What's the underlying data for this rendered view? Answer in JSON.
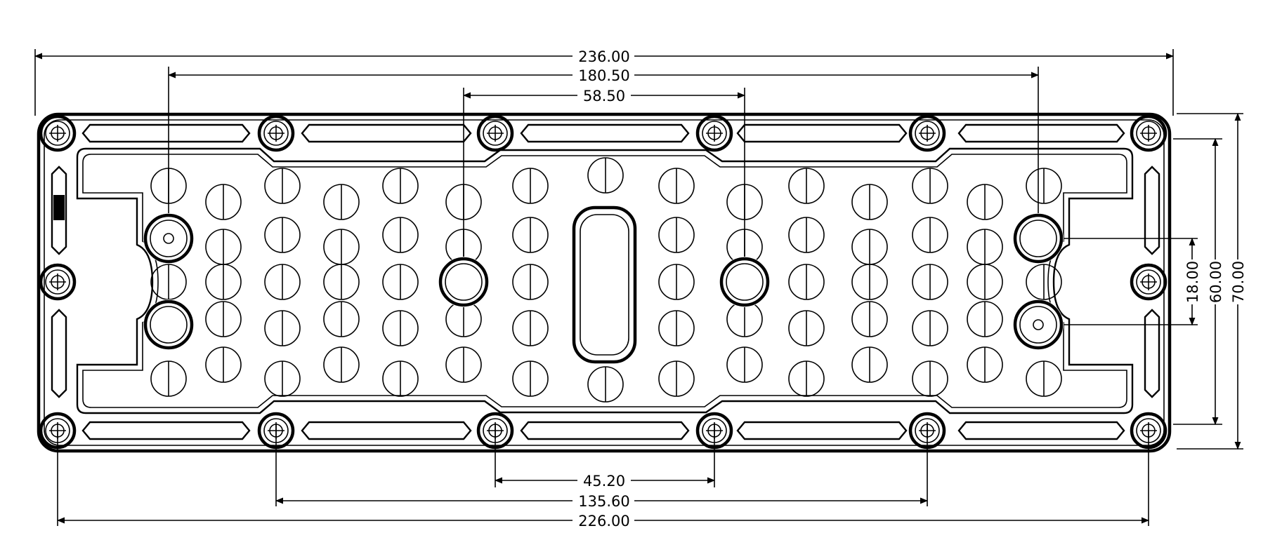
{
  "drawing": {
    "dimensions": {
      "overall_length": "236.00",
      "outer_holes_span": "180.50",
      "inner_holes_span": "58.50",
      "pitch_single": "45.20",
      "pitch_triple": "135.60",
      "mounting_span": "226.00",
      "hole_spacing_vertical": "18.00",
      "inner_height": "60.00",
      "overall_height": "70.00"
    }
  }
}
